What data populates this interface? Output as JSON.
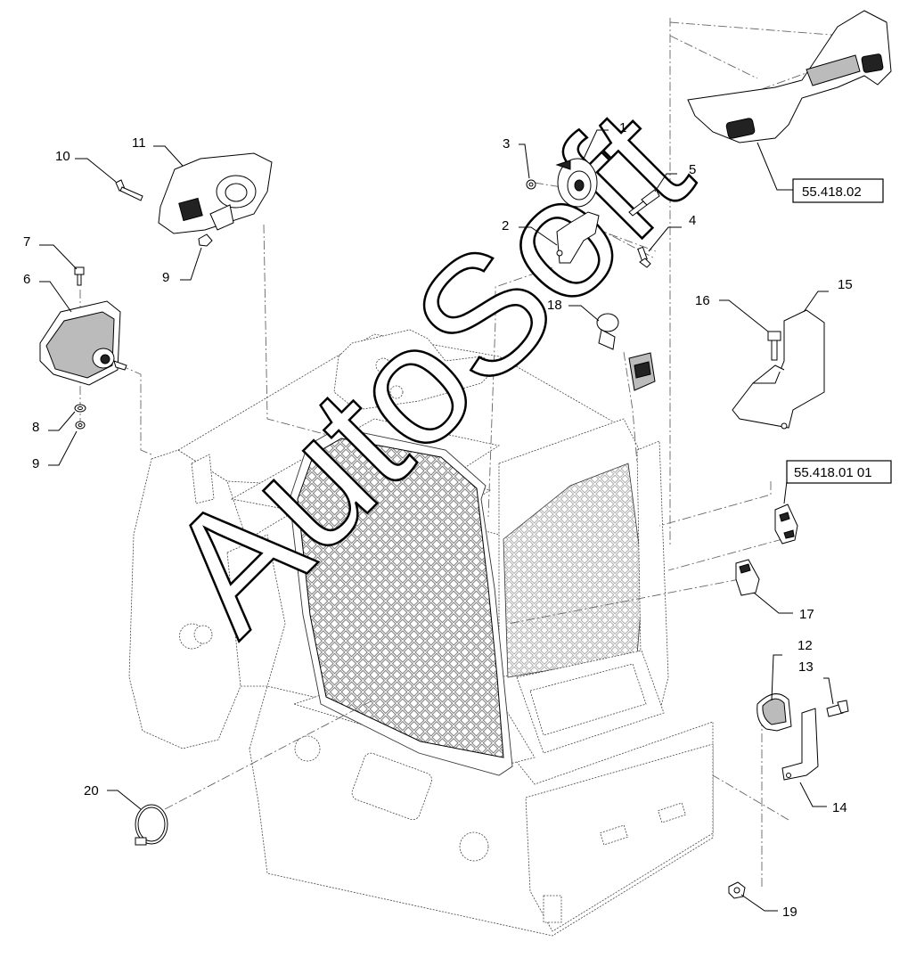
{
  "labels": {
    "p1": "1",
    "p2": "2",
    "p3": "3",
    "p4": "4",
    "p5": "5",
    "p6": "6",
    "p7": "7",
    "p8": "8",
    "p9a": "9",
    "p9b": "9",
    "p10": "10",
    "p11": "11",
    "p12": "12",
    "p13": "13",
    "p14": "14",
    "p15": "15",
    "p16": "16",
    "p17": "17",
    "p18": "18",
    "p19": "19",
    "p20": "20"
  },
  "references": {
    "front_ref": "55.418.02",
    "rear_ref": "55.418.01 01"
  },
  "watermark": "AutoSoft"
}
